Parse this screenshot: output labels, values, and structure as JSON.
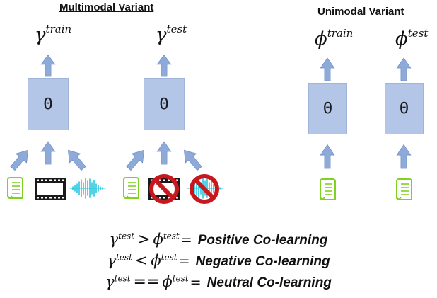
{
  "headings": {
    "multimodal": "Multimodal Variant",
    "unimodal": "Unimodal Variant"
  },
  "theta": "Θ",
  "outputs": [
    {
      "sym": "γ",
      "sup": "train"
    },
    {
      "sym": "γ",
      "sup": "test"
    },
    {
      "sym": "ϕ",
      "sup": "train"
    },
    {
      "sym": "ϕ",
      "sup": "test"
    }
  ],
  "legend": [
    {
      "lhs": "γ",
      "lhs_sup": "test",
      "op": ">",
      "rhs": "ϕ",
      "rhs_sup": "test",
      "eq": "=",
      "label": "Positive Co-learning"
    },
    {
      "lhs": "γ",
      "lhs_sup": "test",
      "op": "<",
      "rhs": "ϕ",
      "rhs_sup": "test",
      "eq": "=",
      "label": "Negative Co-learning"
    },
    {
      "lhs": "γ",
      "lhs_sup": "test",
      "op": "==",
      "rhs": "ϕ",
      "rhs_sup": "test",
      "eq": "=",
      "label": "Neutral Co-learning"
    }
  ],
  "colors": {
    "box": "#b3c6e7",
    "arrow": "#8eaad9",
    "document": "#7ed321",
    "audio": "#29c6e0",
    "prohibit": "#c8171d",
    "film": "#1a1a1a"
  },
  "icons": [
    "document-icon",
    "film-strip-icon",
    "audio-wave-icon",
    "prohibited-icon"
  ]
}
